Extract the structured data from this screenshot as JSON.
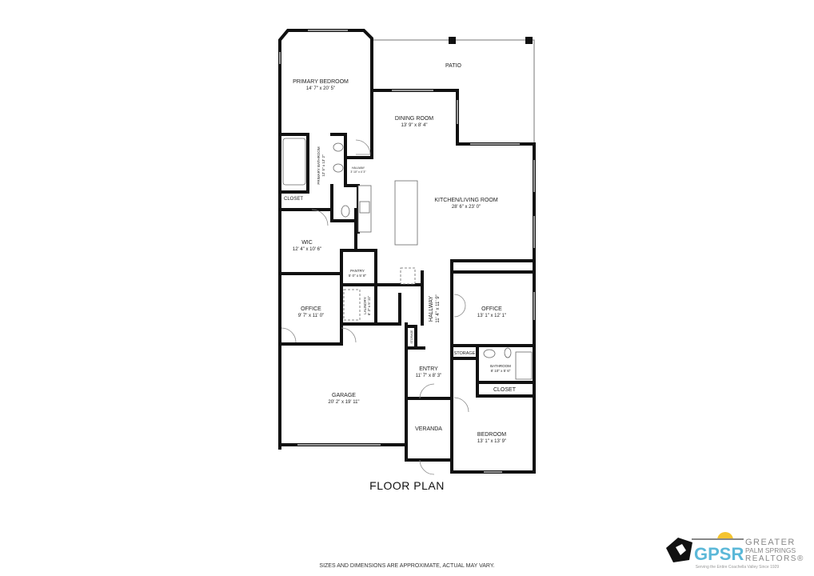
{
  "rooms": {
    "primary_bedroom": {
      "name": "PRIMARY BEDROOM",
      "dims": "14' 7\" x 20' 5\""
    },
    "patio": {
      "name": "PATIO"
    },
    "dining_room": {
      "name": "DINING ROOM",
      "dims": "13' 9\" x 8' 4\""
    },
    "primary_bathroom": {
      "name": "PRIMARY BATHROOM",
      "dims": "12' 5\" x 13' 2\""
    },
    "hallway_small": {
      "name": "HALLWAY",
      "dims": "3' 10\" x 4' 3\""
    },
    "closet_primary": {
      "name": "CLOSET"
    },
    "kitchen_living": {
      "name": "KITCHEN/LIVING ROOM",
      "dims": "28' 6\" x 23' 0\""
    },
    "wic": {
      "name": "WIC",
      "dims": "12' 4\" x 10' 6\""
    },
    "pantry": {
      "name": "PANTRY",
      "dims": "5' 0\" x 5' 8\""
    },
    "office_left": {
      "name": "OFFICE",
      "dims": "9' 7\" x 11' 0\""
    },
    "laundry": {
      "name": "LAUNDRY",
      "dims": "6' 3\" x 5' 11\""
    },
    "hallway": {
      "name": "HALLWAY",
      "dims": "11' 4\" x 11' 9\""
    },
    "office_right": {
      "name": "OFFICE",
      "dims": "13' 1\" x 12' 1\""
    },
    "storage_hall": {
      "name": "STORAGE"
    },
    "storage": {
      "name": "STORAGE"
    },
    "bathroom": {
      "name": "BATHROOM",
      "dims": "8' 10\" x 5' 6\""
    },
    "entry": {
      "name": "ENTRY",
      "dims": "11' 7\" x 8' 3\""
    },
    "closet": {
      "name": "CLOSET"
    },
    "garage": {
      "name": "GARAGE",
      "dims": "20' 2\" x 19' 11\""
    },
    "veranda": {
      "name": "VERANDA"
    },
    "bedroom": {
      "name": "BEDROOM",
      "dims": "13' 1\" x 13' 9\""
    }
  },
  "title": "FLOOR PLAN",
  "disclaimer": "SIZES AND DIMENSIONS ARE APPROXIMATE, ACTUAL MAY VARY.",
  "logo": {
    "abbr": "GPSR",
    "line1": "GREATER",
    "line2": "PALM SPRINGS",
    "line3": "REALTORS®",
    "tagline": "Serving the Entire Coachella Valley Since 1929",
    "colors": {
      "abbr": "#5bb8d8",
      "sun": "#f4c430",
      "text": "#888888"
    }
  }
}
